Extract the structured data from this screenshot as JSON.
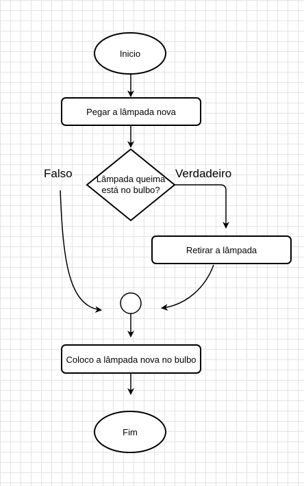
{
  "nodes": {
    "start": "Inicio",
    "take_new_bulb": "Pegar a lâmpada nova",
    "decision": "Lâmpada queima está no bulbo?",
    "remove_bulb": "Retirar a lâmpada",
    "insert_bulb": "Coloco a lâmpada nova no bulbo",
    "end": "Fim"
  },
  "edges": {
    "false_label": "Falso",
    "true_label": "Verdadeiro"
  },
  "colors": {
    "stroke": "#000000",
    "fill": "#ffffff",
    "grid": "#e3e3e3"
  }
}
